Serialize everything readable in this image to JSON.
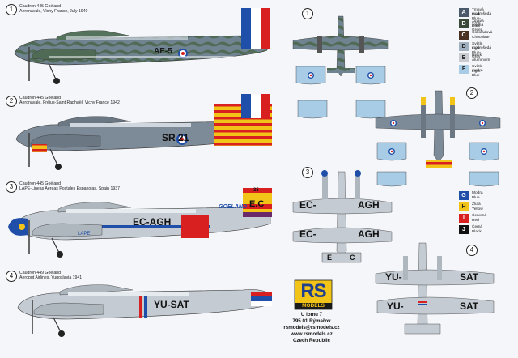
{
  "profiles": [
    {
      "num": "1",
      "line1": "Caudron 445 Goéland",
      "line2": "Aeronavale, Vichy France, July 1940",
      "code": "AE-5"
    },
    {
      "num": "2",
      "line1": "Caudron 445 Goéland",
      "line2": "Aeronavale, Fréjus-Saint Raphaël, Vichy France 1942",
      "code": "SR 21"
    },
    {
      "num": "3",
      "line1": "Caudron 445 Goéland",
      "line2": "LAPE-Lineas Aéreas Postales Espanolas, Spain 1937",
      "code": "EC-AGH",
      "tail_num": "35",
      "side_name": "GOELAND",
      "tail_code": "E.C",
      "nose_text": "LAPE"
    },
    {
      "num": "4",
      "line1": "Caudron 449 Goéland",
      "line2": "Aeroput Airlines, Yugoslavia 1941",
      "code": "YU-SAT"
    }
  ],
  "planviews": {
    "n1": "1",
    "n2": "2",
    "n3": "3",
    "n4": "4",
    "v3_upper_left": "EC-",
    "v3_upper_right": "AGH",
    "v3_lower_left": "EC-",
    "v3_lower_right": "AGH",
    "v3_tail_e": "E",
    "v3_tail_c": "C",
    "v4_upper_left": "YU-",
    "v4_upper_right": "SAT",
    "v4_lower_left": "YU-",
    "v4_lower_right": "SAT"
  },
  "legend_top": [
    {
      "key": "A",
      "cz": "Tmavá modrošedá",
      "en": "Dark Blue-Grey",
      "color": "#4a5a6a"
    },
    {
      "key": "B",
      "cz": "Tmavá zelená",
      "en": "Dark Green",
      "color": "#3a4a3a"
    },
    {
      "key": "C",
      "cz": "Čokoládová",
      "en": "Chocolate",
      "color": "#4a3020"
    },
    {
      "key": "D",
      "cz": "Světle modrošedá",
      "en": "Light Blue-Grey",
      "color": "#9fb0c0"
    },
    {
      "key": "E",
      "cz": "Hliník",
      "en": "Aluminium",
      "color": "#c8ccd0"
    },
    {
      "key": "F",
      "cz": "Světle modrá",
      "en": "Light Blue",
      "color": "#a8cbe6"
    }
  ],
  "legend_bottom": [
    {
      "key": "G",
      "cz": "Modrá",
      "en": "Blue",
      "color": "#1f4fa8"
    },
    {
      "key": "H",
      "cz": "Žlutá",
      "en": "Yellow",
      "color": "#f2c418"
    },
    {
      "key": "I",
      "cz": "Červená",
      "en": "Red",
      "color": "#d82020"
    },
    {
      "key": "J",
      "cz": "Černá",
      "en": "Black",
      "color": "#111111"
    }
  ],
  "logo": {
    "rs": "RS",
    "models": "MODELS"
  },
  "address": [
    "U lomu 7",
    "795 01 Rýmařov",
    "rsmodels@rsmodels.cz",
    "www.rsmodels.cz",
    "Czech Republic"
  ],
  "colors": {
    "grey": "#7d8a97",
    "light_grey": "#c4cbd2",
    "red": "#d82020",
    "blue": "#1f4fa8",
    "yellow": "#f2c418",
    "camo_green": "#4f6b4f"
  }
}
